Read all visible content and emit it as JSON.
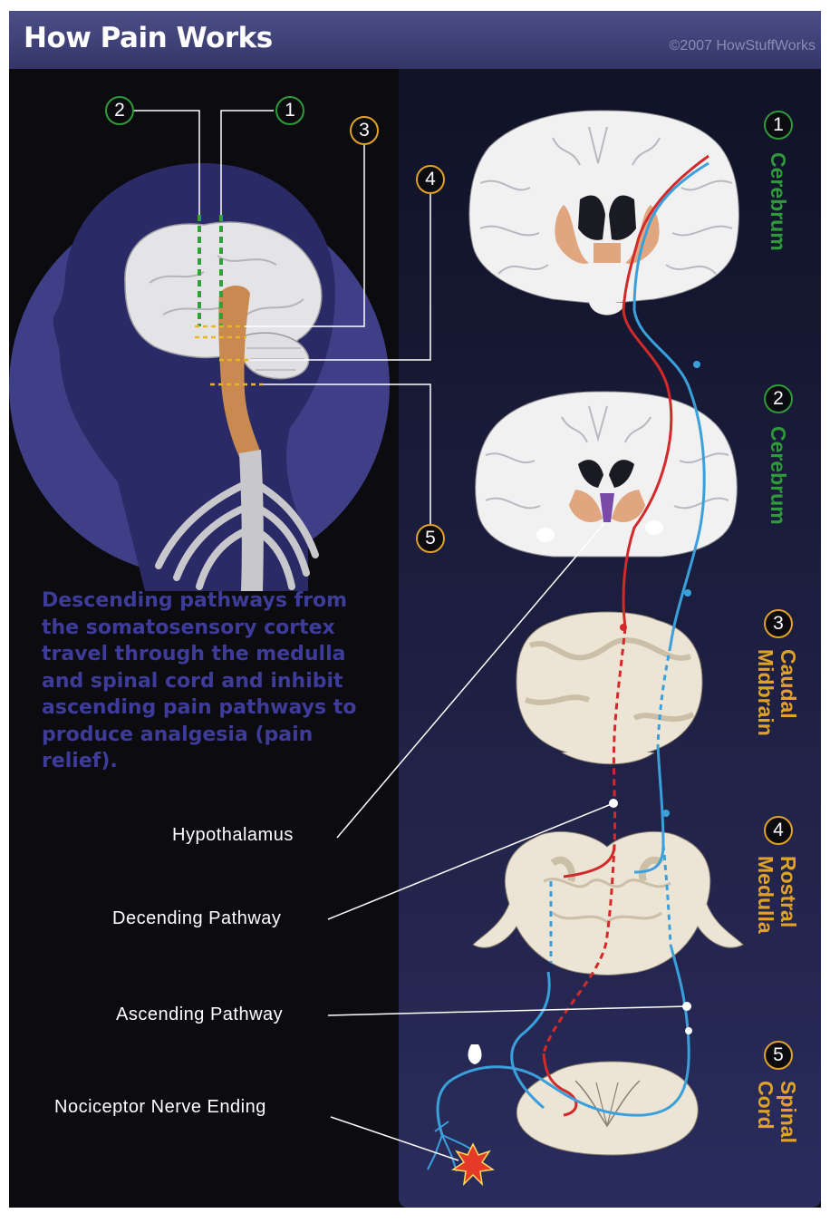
{
  "header": {
    "title": "How Pain Works",
    "copyright": "©2007 HowStuffWorks"
  },
  "description": "Descending pathways from the somatosensory cortex travel through the medulla and spinal cord and inhibit ascending pain pathways to produce analgesia (pain relief).",
  "head_markers": [
    "2",
    "1",
    "3",
    "4",
    "5"
  ],
  "sections": [
    {
      "number": "1",
      "label": "Cerebrum",
      "color": "#2f9a3a"
    },
    {
      "number": "2",
      "label": "Cerebrum",
      "color": "#2f9a3a"
    },
    {
      "number": "3",
      "label": "Caudal\nMidbrain",
      "color": "#e2a228"
    },
    {
      "number": "4",
      "label": "Rostral\nMedulla",
      "color": "#e2a228"
    },
    {
      "number": "5",
      "label": "Spinal\nCord",
      "color": "#e2a228"
    }
  ],
  "callouts": {
    "hypothalamus": "Hypothalamus",
    "descending": "Decending Pathway",
    "ascending": "Ascending Pathway",
    "nociceptor": "Nociceptor Nerve Ending"
  },
  "colors": {
    "descending_pathway": "#d22a2a",
    "ascending_pathway": "#3aa0dc",
    "brainstem": "#c98a52",
    "head_circle": "#3e3f86"
  }
}
